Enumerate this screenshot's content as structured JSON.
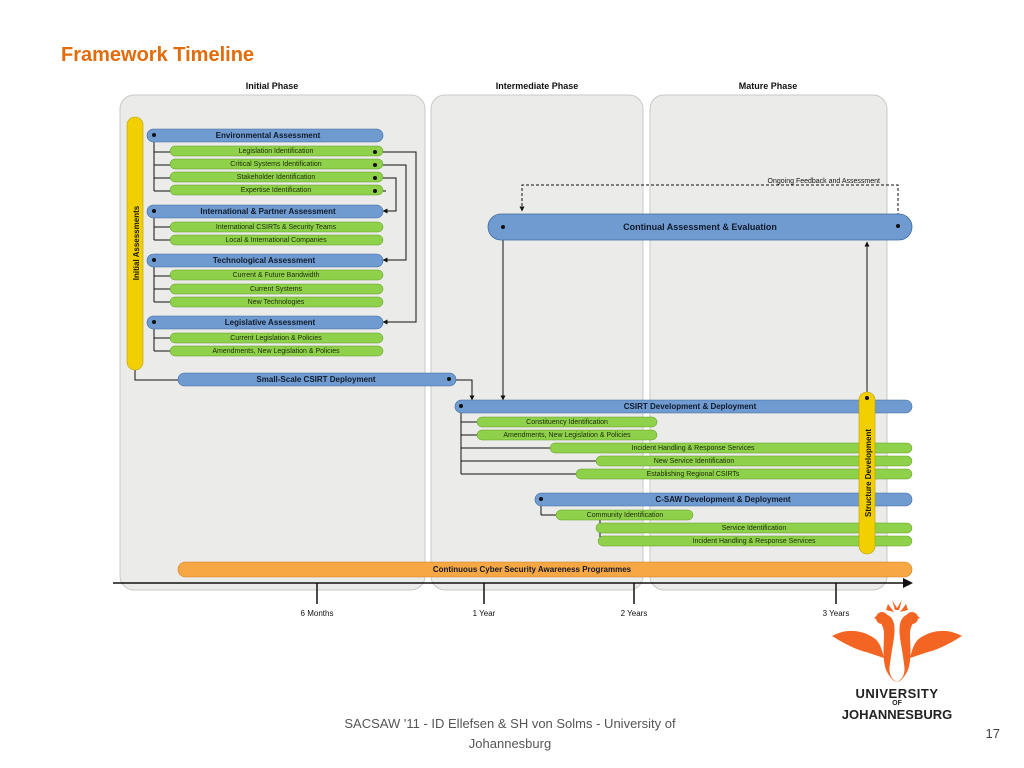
{
  "slide": {
    "title": "Framework Timeline",
    "footer": "SACSAW '11 - ID Ellefsen & SH von Solms - University of Johannesburg",
    "page_number": "17"
  },
  "phases": [
    "Initial Phase",
    "Intermediate Phase",
    "Mature Phase"
  ],
  "vertical_bars": {
    "left": "Initial Assessments",
    "right": "Structure Development"
  },
  "groups": {
    "environmental": {
      "title": "Environmental Assessment",
      "items": [
        "Legislation Identification",
        "Critical Systems Identification",
        "Stakeholder Identification",
        "Expertise Identification"
      ]
    },
    "international": {
      "title": "International & Partner Assessment",
      "items": [
        "International CSIRTs & Security Teams",
        "Local & International Companies"
      ]
    },
    "technological": {
      "title": "Technological Assessment",
      "items": [
        "Current & Future Bandwidth",
        "Current Systems",
        "New Technologies"
      ]
    },
    "legislative": {
      "title": "Legislative Assessment",
      "items": [
        "Current Legislation & Policies",
        "Amendments, New Legislation & Policies"
      ]
    },
    "small_scale": {
      "title": "Small-Scale CSIRT Deployment"
    },
    "continual": {
      "title": "Continual Assessment & Evaluation"
    },
    "feedback_note": "Ongoing Feedback and Assessment",
    "csirt_dev": {
      "title": "CSIRT Development & Deployment",
      "items": [
        "Constituency Identification",
        "Amendments, New Legislation & Policies",
        "Incident Handling & Response Services",
        "New Service Identification",
        "Establishing Regional CSIRTs"
      ]
    },
    "csaw_dev": {
      "title": "C-SAW Development & Deployment",
      "items": [
        "Community Identification",
        "Service Identification",
        "Incident Handling & Response Services"
      ]
    },
    "awareness": {
      "title": "Continuous Cyber  Security Awareness Programmes"
    }
  },
  "timeline": {
    "ticks": [
      "6 Months",
      "1 Year",
      "2 Years",
      "3 Years"
    ]
  },
  "logo": {
    "line1": "UNIVERSITY",
    "of": "OF",
    "line2": "JOHANNESBURG"
  },
  "colors": {
    "title": "#e36c0a",
    "blue_bar": "#6f9bd1",
    "green_bar": "#8fd14a",
    "yellow_bar": "#f2d000",
    "orange_bar": "#f7a744",
    "phase_panel": "#ebebe9",
    "logo": "#f26522"
  }
}
